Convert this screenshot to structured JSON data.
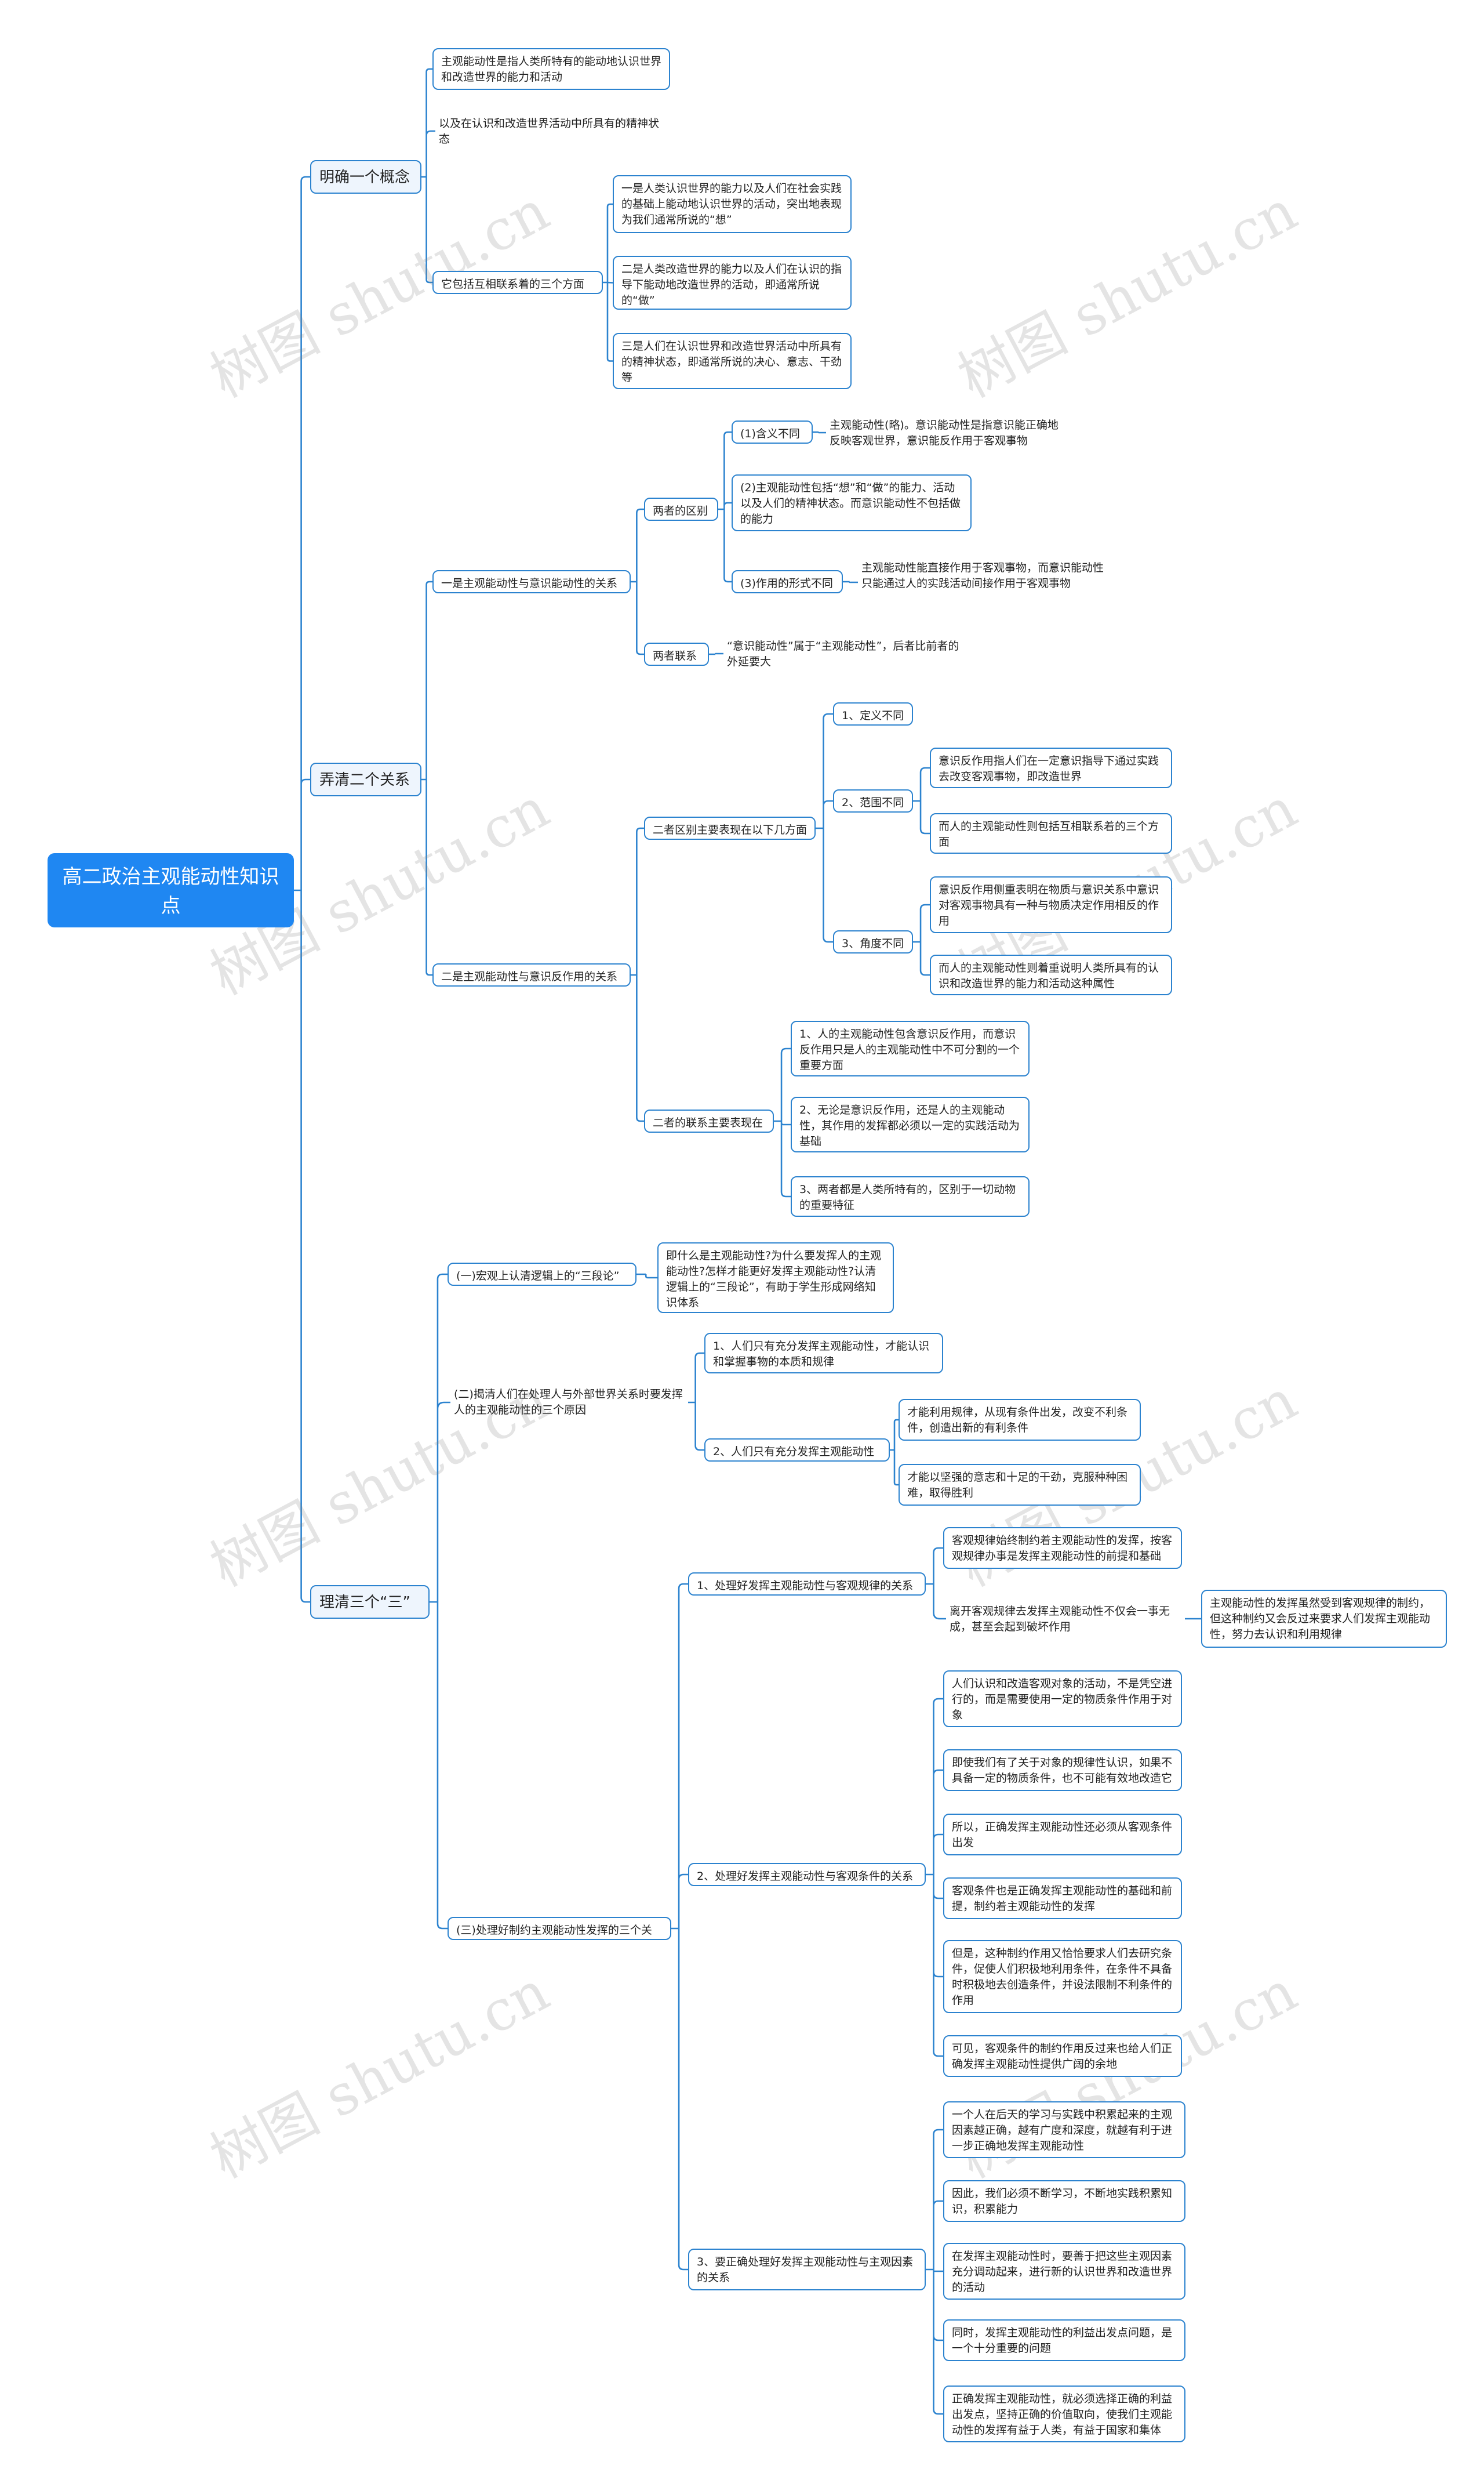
{
  "root": "高二政治主观能动性知识点",
  "watermark": "树图 shutu.cn",
  "colors": {
    "edge": "#2c83cf",
    "root_fill": "#1f87f2"
  },
  "n": {
    "b1": "明确一个概念",
    "b1_1": "主观能动性是指人类所特有的能动地认识世界和改造世界的能力和活动",
    "b1_2": "以及在认识和改造世界活动中所具有的精神状态",
    "b1_3": "它包括互相联系着的三个方面",
    "b1_3_1": "一是人类认识世界的能力以及人们在社会实践的基础上能动地认识世界的活动，突出地表现为我们通常所说的“想”",
    "b1_3_2": "二是人类改造世界的能力以及人们在认识的指导下能动地改造世界的活动，即通常所说的“做”",
    "b1_3_3": "三是人们在认识世界和改造世界活动中所具有的精神状态，即通常所说的决心、意志、干劲等",
    "b2": "弄清二个关系",
    "b2_1": "一是主观能动性与意识能动性的关系",
    "b2_1_1": "两者的区别",
    "b2_1_1_1": "(1)含义不同",
    "b2_1_1_1_1": "主观能动性(略)。意识能动性是指意识能正确地反映客观世界，意识能反作用于客观事物",
    "b2_1_1_2": "(2)主观能动性包括“想”和“做”的能力、活动以及人们的精神状态。而意识能动性不包括做的能力",
    "b2_1_1_3": "(3)作用的形式不同",
    "b2_1_1_3_1": "主观能动性能直接作用于客观事物，而意识能动性只能通过人的实践活动间接作用于客观事物",
    "b2_1_2": "两者联系",
    "b2_1_2_1": "“意识能动性”属于“主观能动性”，后者比前者的外延要大",
    "b2_2": "二是主观能动性与意识反作用的关系",
    "b2_2_1": "二者区别主要表现在以下几方面",
    "b2_2_1_1": "1、定义不同",
    "b2_2_1_2": "2、范围不同",
    "b2_2_1_2_1": "意识反作用指人们在一定意识指导下通过实践去改变客观事物，即改造世界",
    "b2_2_1_2_2": "而人的主观能动性则包括互相联系着的三个方面",
    "b2_2_1_3": "3、角度不同",
    "b2_2_1_3_1": "意识反作用侧重表明在物质与意识关系中意识对客观事物具有一种与物质决定作用相反的作用",
    "b2_2_1_3_2": "而人的主观能动性则着重说明人类所具有的认识和改造世界的能力和活动这种属性",
    "b2_2_2": "二者的联系主要表现在",
    "b2_2_2_1": "1、人的主观能动性包含意识反作用，而意识反作用只是人的主观能动性中不可分割的一个重要方面",
    "b2_2_2_2": "2、无论是意识反作用，还是人的主观能动性，其作用的发挥都必须以一定的实践活动为基础",
    "b2_2_2_3": "3、两者都是人类所特有的，区别于一切动物的重要特征",
    "b3": "理清三个“三”",
    "b3_1": "(一)宏观上认清逻辑上的“三段论”",
    "b3_1_1": "即什么是主观能动性?为什么要发挥人的主观能动性?怎样才能更好发挥主观能动性?认清逻辑上的“三段论”，有助于学生形成网络知识体系",
    "b3_2": "(二)揭清人们在处理人与外部世界关系时要发挥人的主观能动性的三个原因",
    "b3_2_1": "1、人们只有充分发挥主观能动性，才能认识和掌握事物的本质和规律",
    "b3_2_2": "2、人们只有充分发挥主观能动性",
    "b3_2_2_1": "才能利用规律，从现有条件出发，改变不利条件，创造出新的有利条件",
    "b3_2_2_2": "才能以坚强的意志和十足的干劲，克服种种困难，取得胜利",
    "b3_3": "(三)处理好制约主观能动性发挥的三个关系",
    "b3_3_1": "1、处理好发挥主观能动性与客观规律的关系",
    "b3_3_1_1": "客观规律始终制约着主观能动性的发挥，按客观规律办事是发挥主观能动性的前提和基础",
    "b3_3_1_2": "离开客观规律去发挥主观能动性不仅会一事无成，甚至会起到破坏作用",
    "b3_3_1_2_1": "主观能动性的发挥虽然受到客观规律的制约，但这种制约又会反过来要求人们发挥主观能动性，努力去认识和利用规律",
    "b3_3_2": "2、处理好发挥主观能动性与客观条件的关系",
    "b3_3_2_1": "人们认识和改造客观对象的活动，不是凭空进行的，而是需要使用一定的物质条件作用于对象",
    "b3_3_2_2": "即使我们有了关于对象的规律性认识，如果不具备一定的物质条件，也不可能有效地改造它",
    "b3_3_2_3": "所以，正确发挥主观能动性还必须从客观条件出发",
    "b3_3_2_4": "客观条件也是正确发挥主观能动性的基础和前提，制约着主观能动性的发挥",
    "b3_3_2_5": "但是，这种制约作用又恰恰要求人们去研究条件，促使人们积极地利用条件，在条件不具备时积极地去创造条件，并设法限制不利条件的作用",
    "b3_3_2_6": "可见，客观条件的制约作用反过来也给人们正确发挥主观能动性提供广阔的余地",
    "b3_3_3": "3、要正确处理好发挥主观能动性与主观因素的关系",
    "b3_3_3_1": "一个人在后天的学习与实践中积累起来的主观因素越正确，越有广度和深度，就越有利于进一步正确地发挥主观能动性",
    "b3_3_3_2": "因此，我们必须不断学习，不断地实践积累知识，积累能力",
    "b3_3_3_3": "在发挥主观能动性时，要善于把这些主观因素充分调动起来，进行新的认识世界和改造世界的活动",
    "b3_3_3_4": "同时，发挥主观能动性的利益出发点问题，是一个十分重要的问题",
    "b3_3_3_5": "正确发挥主观能动性，就必须选择正确的利益出发点，坚持正确的价值取向，使我们主观能动性的发挥有益于人类，有益于国家和集体"
  }
}
